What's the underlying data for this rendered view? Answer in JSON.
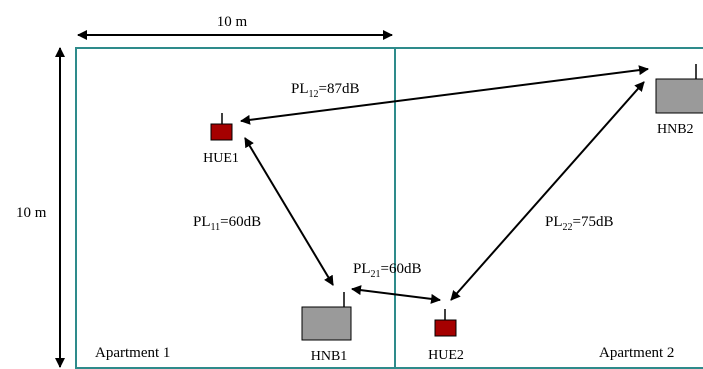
{
  "dimensions": {
    "top": "10 m",
    "side": "10 m"
  },
  "apartments": [
    {
      "label": "Apartment 1"
    },
    {
      "label": "Apartment 2"
    }
  ],
  "devices": {
    "hue1": "HUE1",
    "hue2": "HUE2",
    "hnb1": "HNB1",
    "hnb2": "HNB2"
  },
  "links": {
    "pl12": {
      "prefix": "PL",
      "sub": "12",
      "value": "=87dB"
    },
    "pl11": {
      "prefix": "PL",
      "sub": "11",
      "value": "=60dB"
    },
    "pl21": {
      "prefix": "PL",
      "sub": "21",
      "value": "=60dB"
    },
    "pl22": {
      "prefix": "PL",
      "sub": "22",
      "value": "=75dB"
    }
  },
  "colors": {
    "wall": "#2e8b8b",
    "hue": "#a50000",
    "hnb": "#9a9a9a"
  }
}
